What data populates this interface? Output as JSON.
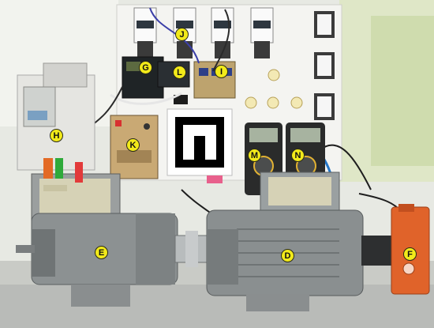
{
  "labels": {
    "G": "G",
    "J": "J",
    "L": "L",
    "I": "I",
    "H": "H",
    "K": "K",
    "M": "M",
    "N": "N",
    "E": "E",
    "D": "D",
    "F": "F"
  },
  "colors": {
    "badge": "#f2ea1a",
    "motor": "#8d9294",
    "panel": "#f1f1ee",
    "fiducial": "#000000",
    "controller": "#e0632a"
  }
}
